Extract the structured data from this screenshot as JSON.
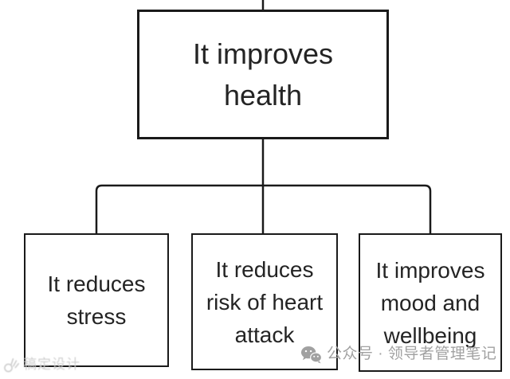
{
  "diagram": {
    "type": "flowchart-tree",
    "root": {
      "id": "health",
      "label": "It improves\nhealth"
    },
    "children": [
      {
        "id": "stress",
        "label": "It reduces\nstress"
      },
      {
        "id": "heart-attack",
        "label": "It reduces\nrisk of heart\nattack"
      },
      {
        "id": "mood",
        "label": "It improves\nmood and\nwellbeing"
      }
    ],
    "edges": [
      {
        "from": "health",
        "to": "stress"
      },
      {
        "from": "health",
        "to": "heart-attack"
      },
      {
        "from": "health",
        "to": "mood"
      }
    ]
  },
  "watermarks": {
    "bottom_center": {
      "icon": "wechat-icon",
      "text": "公众号 · 领导者管理笔记",
      "color": "#a1a1a1"
    },
    "bottom_left": {
      "icon": "ok-hand-icon",
      "text": "稿定设计",
      "color": "#d0d0d0"
    }
  },
  "colors": {
    "background": "#ffffff",
    "line": "#1a1a1a",
    "text": "#242424"
  }
}
